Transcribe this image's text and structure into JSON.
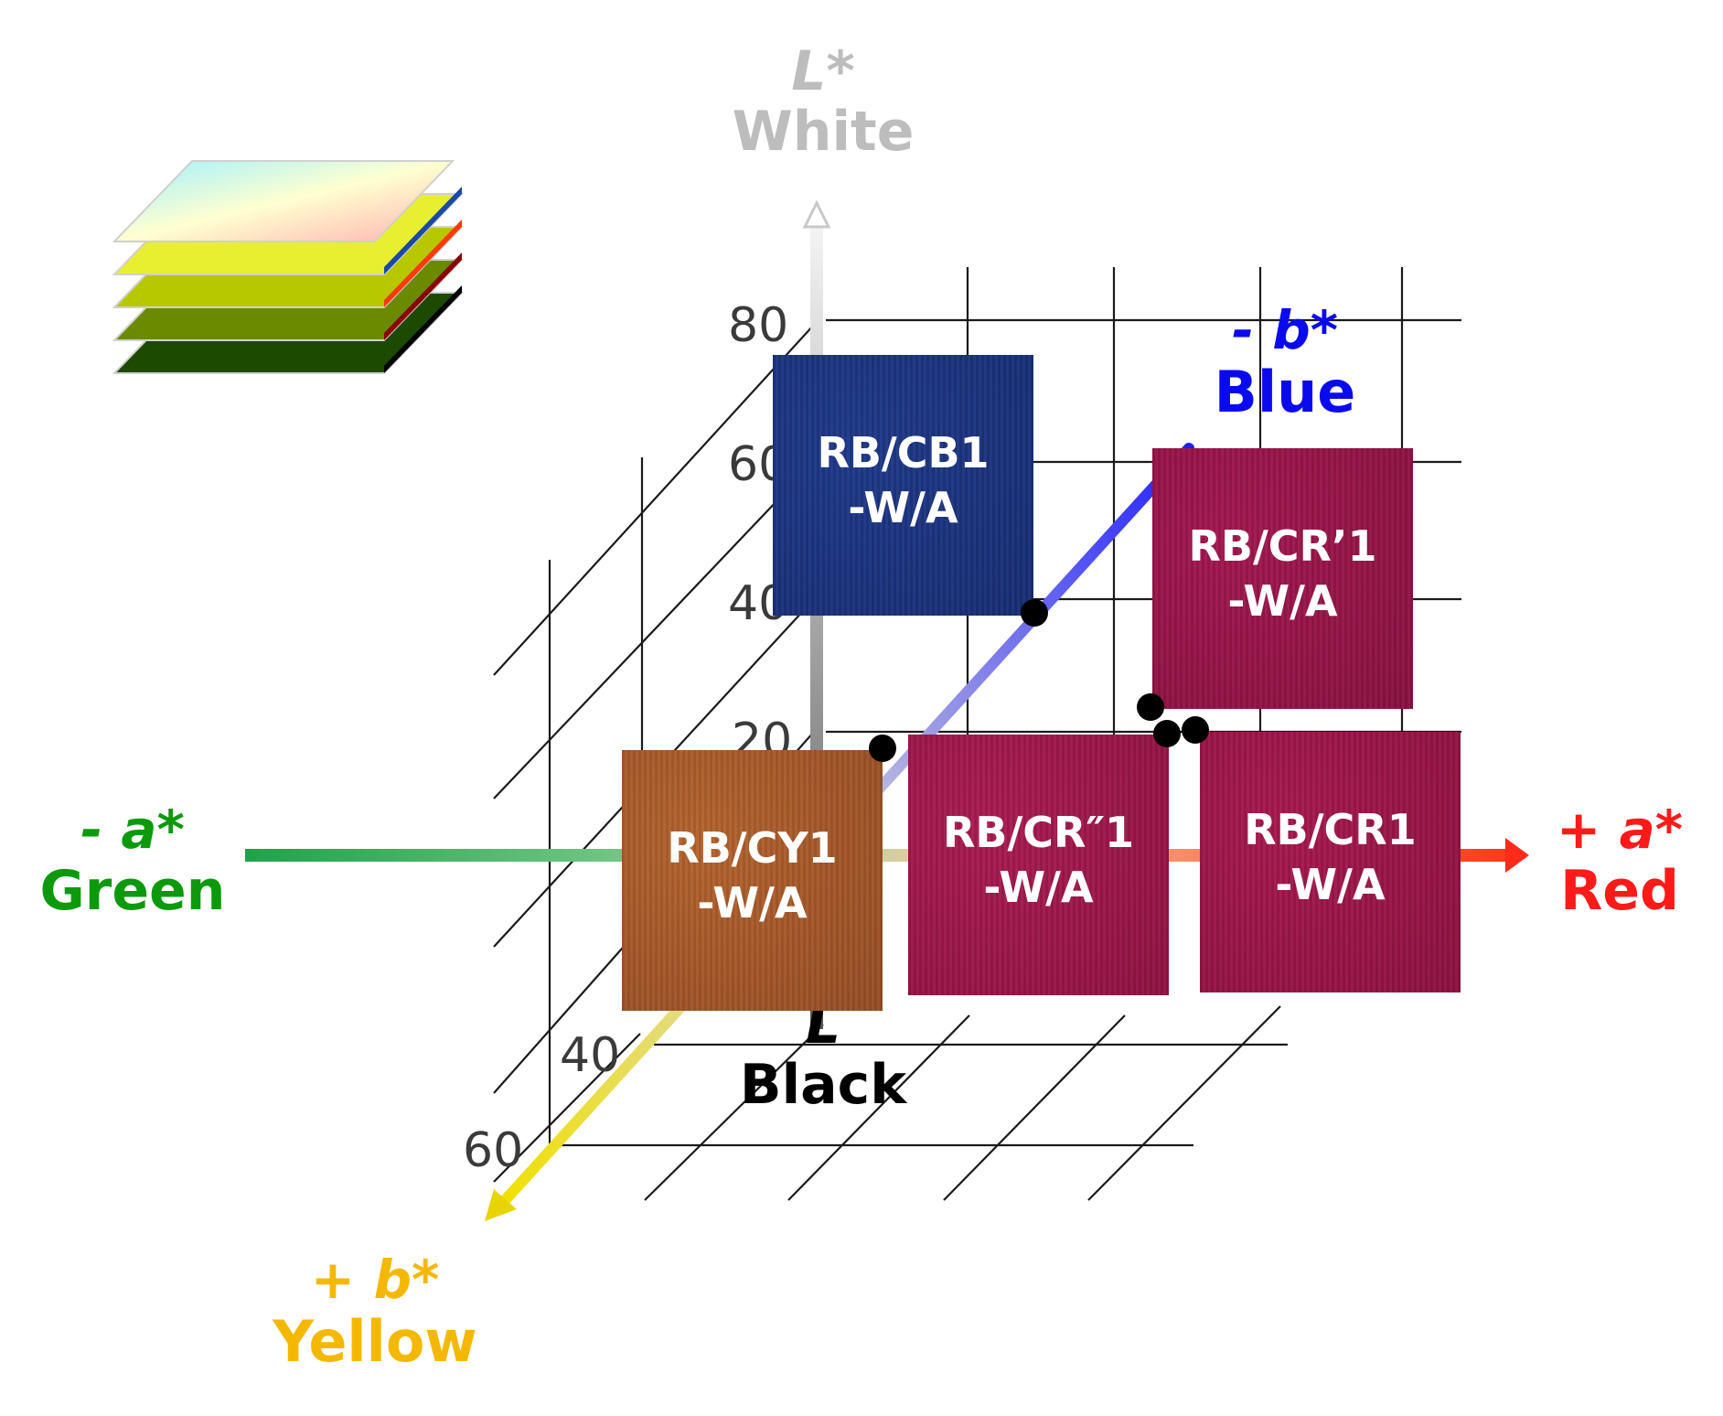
{
  "axes": {
    "L": {
      "symbol": "L*",
      "name": "White",
      "color": "#bdbdbd"
    },
    "L_bottom": {
      "symbol": "L",
      "name": "Black",
      "color": "#000000"
    },
    "a_neg": {
      "symbol": "- a*",
      "name": "Green",
      "color": "#0c9a0c"
    },
    "a_pos": {
      "symbol": "+ a*",
      "name": "Red",
      "color": "#ff1a1a"
    },
    "b_neg": {
      "symbol": "- b*",
      "name": "Blue",
      "color": "#0a0aee"
    },
    "b_pos": {
      "symbol": "+ b*",
      "name": "Yellow",
      "color": "#f5b800"
    }
  },
  "ticks": {
    "L": [
      "80",
      "60",
      "40",
      "20"
    ],
    "b": [
      "40",
      "60"
    ]
  },
  "samples": [
    {
      "line1": "RB/CB1",
      "line2": "-W/A",
      "color": "#1f3a8a",
      "texture": "#15296b"
    },
    {
      "line1": "RB/CR’1",
      "line2": "-W/A",
      "color": "#a3184f",
      "texture": "#7f0f3a"
    },
    {
      "line1": "RB/CY1",
      "line2": "-W/A",
      "color": "#b5642f",
      "texture": "#8a4520"
    },
    {
      "line1": "RB/CR″1",
      "line2": "-W/A",
      "color": "#ab1b52",
      "texture": "#84103c"
    },
    {
      "line1": "RB/CR1",
      "line2": "-W/A",
      "color": "#a8194f",
      "texture": "#820f3b"
    }
  ],
  "icon": "color-layers-icon"
}
